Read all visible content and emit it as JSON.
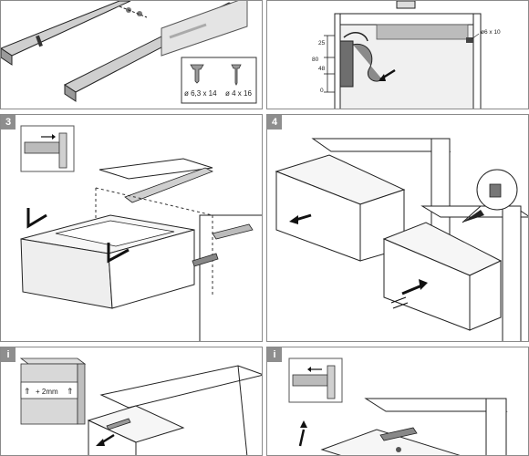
{
  "panels": [
    {
      "id": "p1",
      "badge": ""
    },
    {
      "id": "p2",
      "badge": ""
    },
    {
      "id": "p3",
      "badge": "3"
    },
    {
      "id": "p4",
      "badge": "4"
    },
    {
      "id": "p5",
      "badge": "i"
    },
    {
      "id": "p6",
      "badge": "i"
    }
  ],
  "labels": {
    "screw1": "ø 6,3 x 14",
    "screw2": "ø 4 x 16",
    "drill": "ø6 x 10",
    "dim_top": "25",
    "dim_mid1": "80",
    "dim_mid2": "48",
    "dim_bottom": "0",
    "adjust": "+ 2mm"
  },
  "colors": {
    "line": "#222222",
    "mid_gray": "#9a9a9a",
    "light_gray": "#d6d6d6",
    "badge": "#8e8e8e"
  }
}
